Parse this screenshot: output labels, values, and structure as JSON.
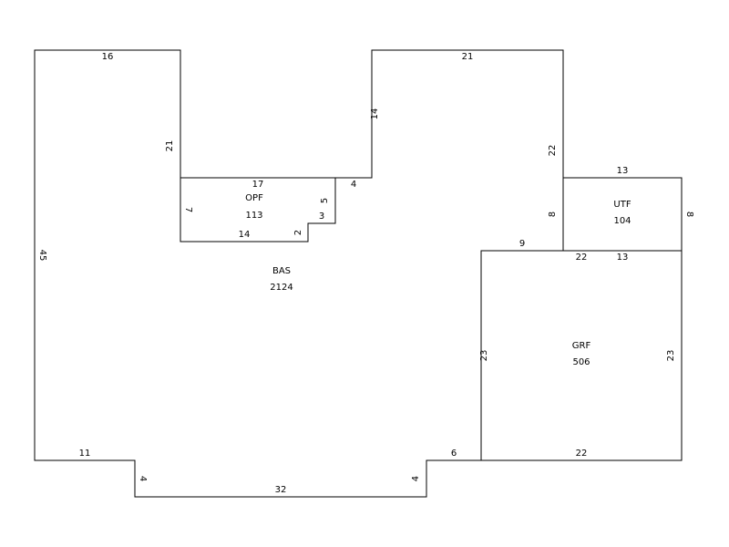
{
  "colors": {
    "line": "#000000",
    "background": "#ffffff"
  },
  "areas": [
    {
      "code": "BAS",
      "size": "2124"
    },
    {
      "code": "OPF",
      "size": "113"
    },
    {
      "code": "UTF",
      "size": "104"
    },
    {
      "code": "GRF",
      "size": "506"
    }
  ],
  "dimensions": {
    "bas_top_left": "16",
    "bas_left_inner": "21",
    "bas_left": "45",
    "bas_bottom_left": "11",
    "bas_step_left": "4",
    "bas_bottom": "32",
    "bas_step_right": "4",
    "bas_bottom_mid": "6",
    "bas_notch_right": "14",
    "bas_top_right": "21",
    "bas_right_upper": "22",
    "bas_right_lower": "8",
    "bas_right_step": "9",
    "opf_top": "17",
    "opf_left": "7",
    "opf_bottom": "14",
    "opf_step_vertical": "2",
    "opf_step_horizontal": "3",
    "opf_right": "5",
    "opf_top_right": "4",
    "utf_top": "13",
    "utf_right": "8",
    "utf_bottom": "13",
    "grf_top": "22",
    "grf_left": "23",
    "grf_right": "23",
    "grf_bottom": "22"
  }
}
